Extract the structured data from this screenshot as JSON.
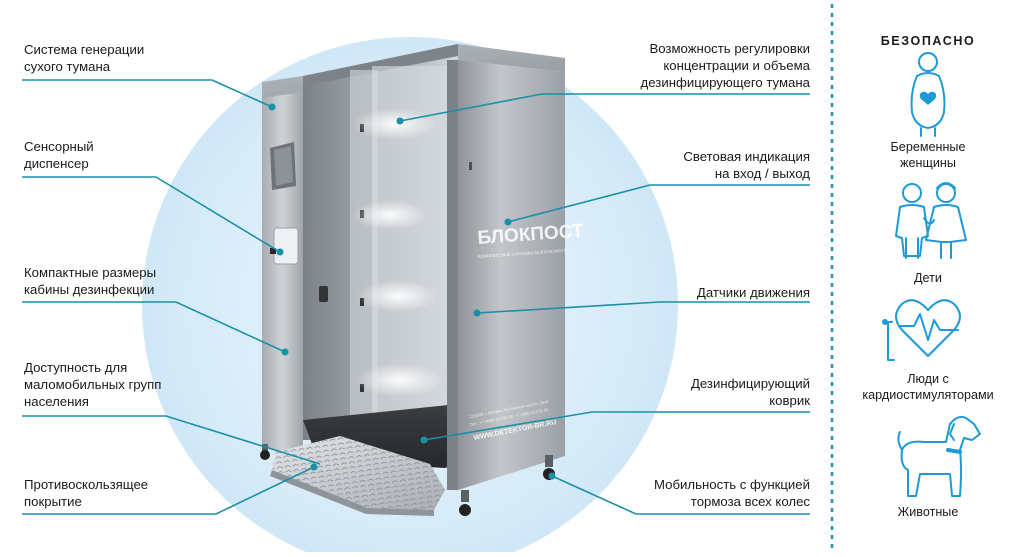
{
  "labels_left": [
    {
      "id": "fog",
      "text": "Система генерации\nсухого тумана"
    },
    {
      "id": "dispenser",
      "text": "Сенсорный\nдиспенсер"
    },
    {
      "id": "compact",
      "text": "Компактные размеры\nкабины дезинфекции"
    },
    {
      "id": "access",
      "text": "Доступность для\nмаломобильных групп\nнаселения"
    },
    {
      "id": "antislip",
      "text": "Противоскользящее\nпокрытие"
    }
  ],
  "labels_right": [
    {
      "id": "adjust",
      "text": "Возможность регулировки\nконцентрации и объема\nдезинфицирующего тумана"
    },
    {
      "id": "light",
      "text": "Световая индикация\nна вход / выход"
    },
    {
      "id": "motion",
      "text": "Датчики движения"
    },
    {
      "id": "mat",
      "text": "Дезинфицирующий\nковрик"
    },
    {
      "id": "wheels",
      "text": "Мобильность с функцией\nтормоза всех колес"
    }
  ],
  "safe_panel": {
    "title": "БЕЗОПАСНО",
    "items": [
      {
        "icon": "pregnant-woman-icon",
        "caption": "Беременные\nженщины"
      },
      {
        "icon": "children-icon",
        "caption": "Дети"
      },
      {
        "icon": "heart-pulse-icon",
        "caption": "Люди с\nкардиостимуляторами"
      },
      {
        "icon": "dog-icon",
        "caption": "Животные"
      }
    ]
  },
  "cabin_print": {
    "brand": "БЛОКПОСТ",
    "tagline": "КОМПЛЕКСНЫЕ СИСТЕМЫ БЕЗОПАСНОСТИ",
    "address_1": "121609, г. Москва, Рублевское шоссе, 28к3",
    "address_2": "Тел.: +7 (499) 413 55 53, +7 (499) 413 55 54",
    "website": "WWW.DETEKTOR-BR.RU"
  },
  "colors": {
    "leader_line": "#1a8fa8",
    "icon_blue": "#1e9bd7",
    "circle": "#d8ecf8",
    "divider": "#2a8fb5"
  }
}
